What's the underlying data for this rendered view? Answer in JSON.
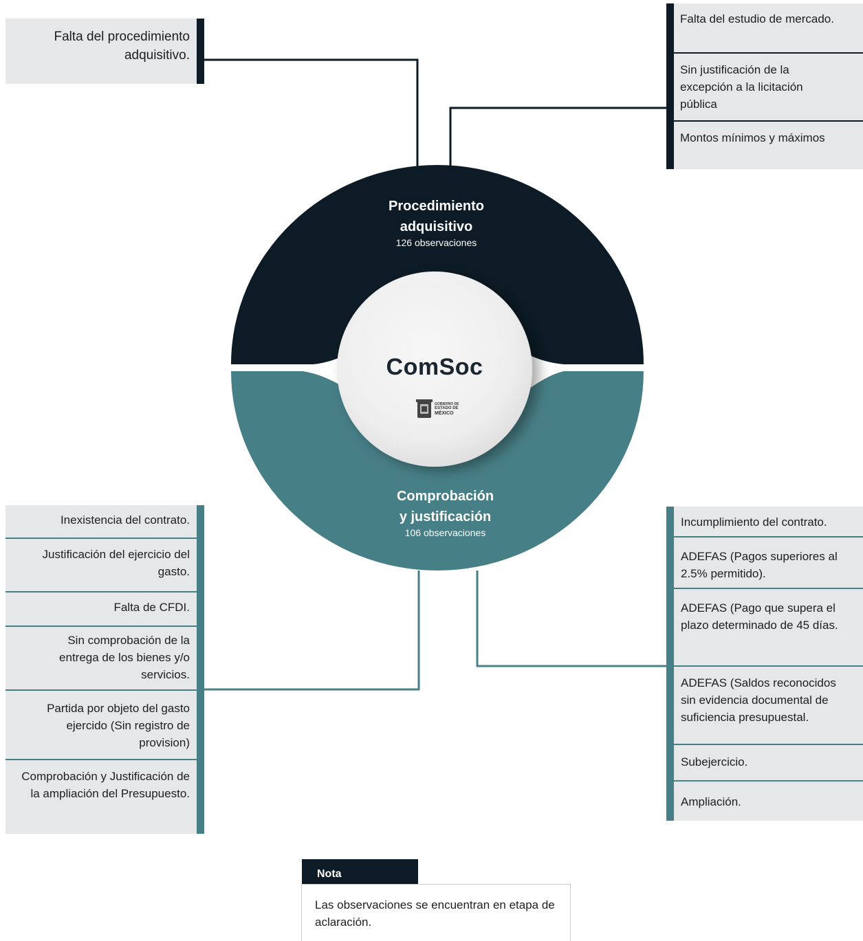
{
  "categories": [
    {
      "title_line1": "Procedimiento",
      "title_line2": "adquisitivo",
      "count": "126 observaciones",
      "color": "#0c1b25"
    },
    {
      "title_line1": "Comprobación",
      "title_line2": "y justificación",
      "count": "106 observaciones",
      "color": "#477f86"
    }
  ],
  "center": {
    "brand": "ComSoc",
    "seal_line1": "GOBIERNO DE",
    "seal_line2": "ESTADO DE",
    "seal_line3": "MÉXICO"
  },
  "top_left": {
    "items": [
      {
        "text": "Falta del procedimiento adquisitivo."
      }
    ]
  },
  "top_right": {
    "items": [
      {
        "text": "Falta  del estudio de mercado."
      },
      {
        "text": "Sin justificación de la excepción a la licitación pública"
      },
      {
        "text": "Montos mínimos y máximos"
      }
    ]
  },
  "bottom_left": {
    "items": [
      {
        "text": "Inexistencia del contrato."
      },
      {
        "text": "Justificación del ejercicio del gasto."
      },
      {
        "text": "Falta de CFDI."
      },
      {
        "text": "Sin comprobación de la entrega de los bienes y/o servicios."
      },
      {
        "text": "Partida por objeto del gasto ejercido (Sin registro de provision)"
      },
      {
        "text": "Comprobación y Justificación de la ampliación del Presupuesto."
      }
    ]
  },
  "bottom_right": {
    "items": [
      {
        "text": "Incumplimiento del contrato."
      },
      {
        "text": "ADEFAS (Pagos superiores al 2.5% permitido)."
      },
      {
        "text": "ADEFAS (Pago que supera el plazo determinado de 45 días."
      },
      {
        "text": "ADEFAS (Saldos reconocidos sin evidencia documental de suficiencia presupuestal."
      },
      {
        "text": "Subejercicio."
      },
      {
        "text": "Ampliación."
      }
    ]
  },
  "note": {
    "title": "Nota",
    "text": "Las observaciones se encuentran en etapa de aclaración."
  }
}
